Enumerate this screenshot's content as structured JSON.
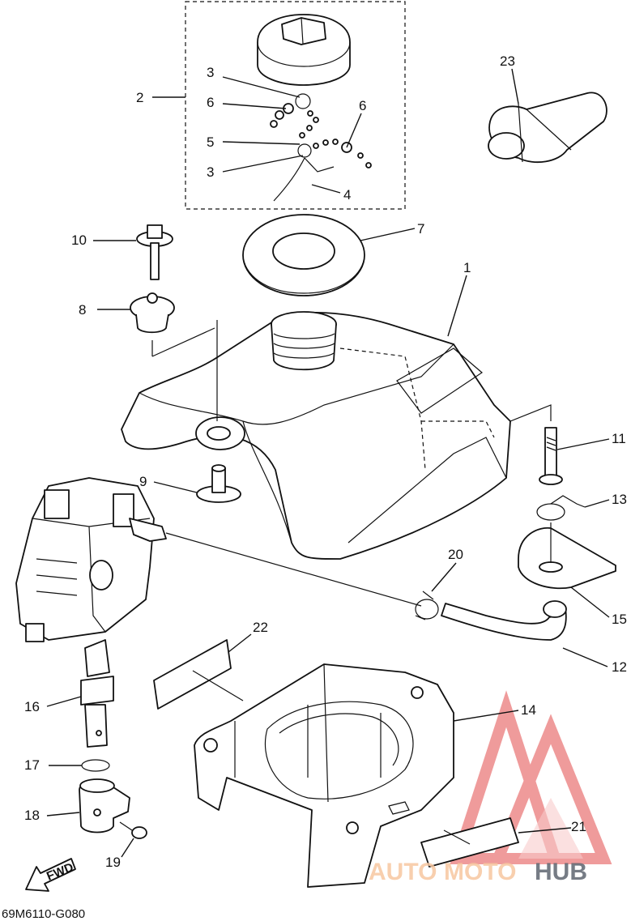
{
  "callouts": [
    "1",
    "2",
    "3",
    "3",
    "4",
    "5",
    "6",
    "6",
    "7",
    "8",
    "9",
    "10",
    "11",
    "12",
    "13",
    "14",
    "15",
    "16",
    "17",
    "18",
    "19",
    "20",
    "21",
    "22",
    "23"
  ],
  "drawing_code": "69M6110-G080",
  "fwd_label": "FWD",
  "watermark": {
    "part1": "AUTO",
    "part2": "MOTO",
    "part3": "HUB",
    "colors": {
      "orange": "#f4b58a",
      "gray": "#5f6670",
      "red": "#e24a4a"
    }
  }
}
